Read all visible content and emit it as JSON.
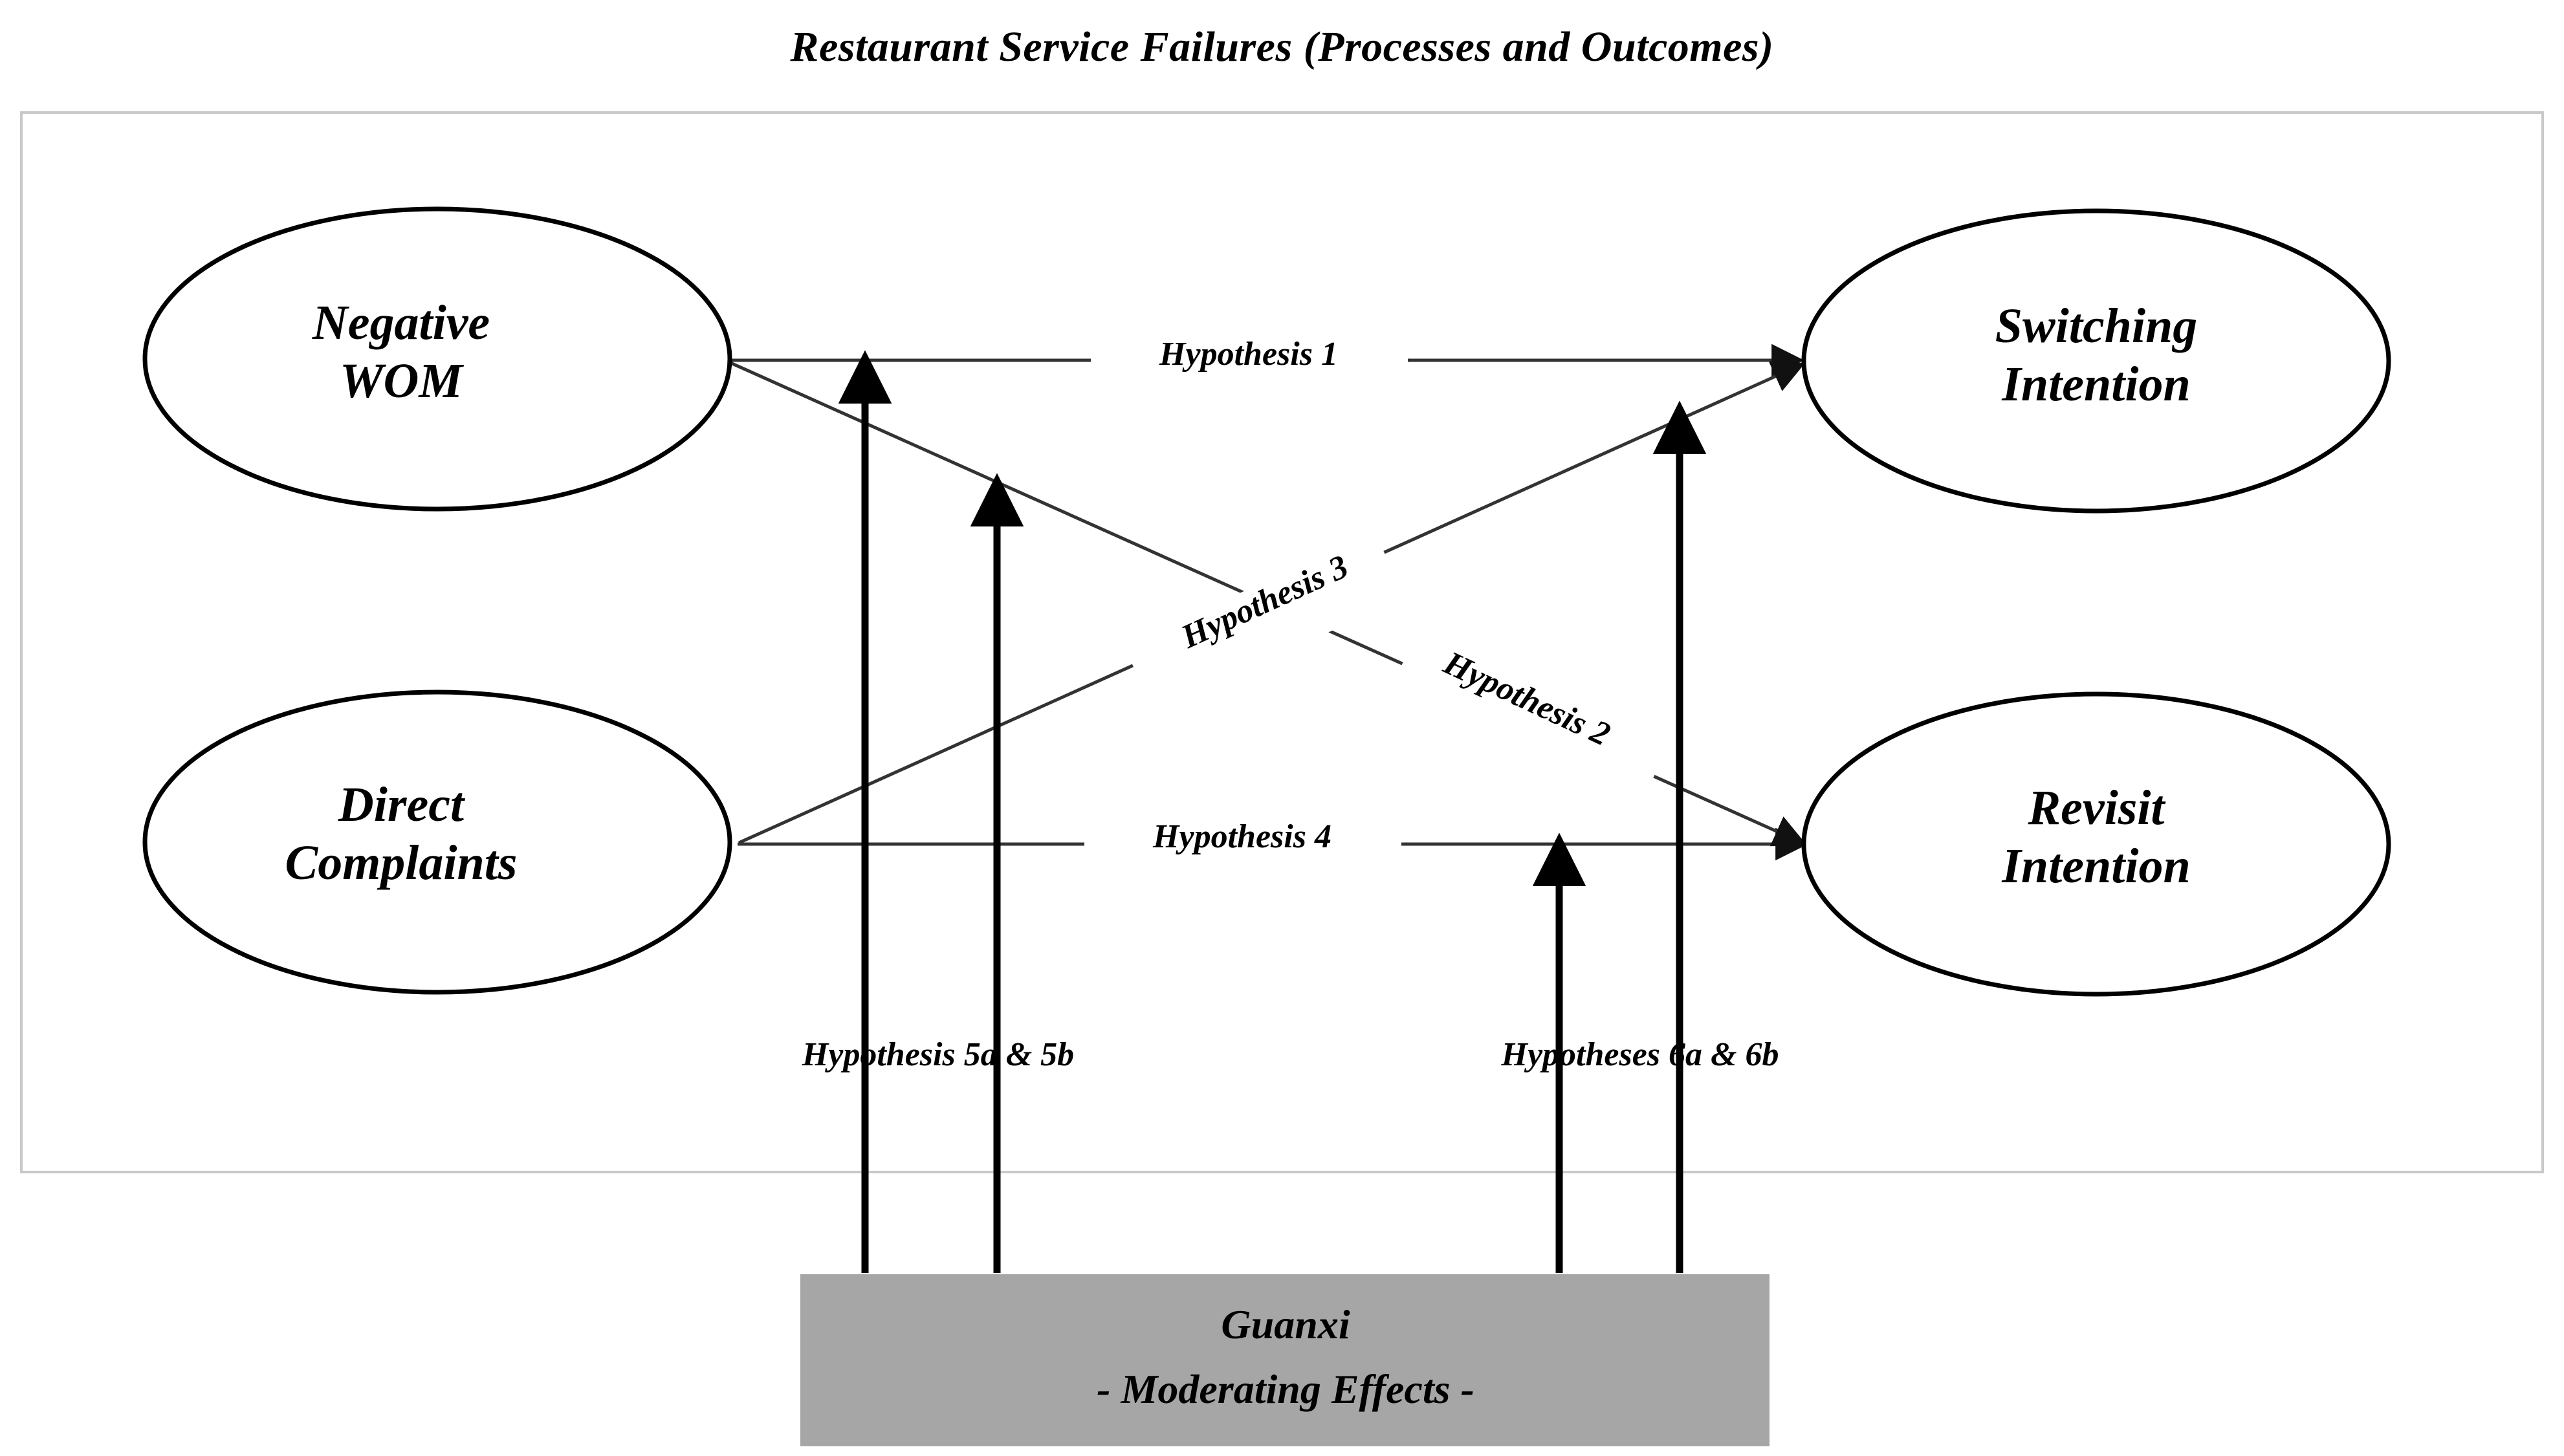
{
  "title": "Restaurant Service Failures (Processes and Outcomes)",
  "colors": {
    "frame_border": "#c9c9c9",
    "node_stroke": "#000000",
    "node_fill": "#ffffff",
    "path_stroke": "#333333",
    "moderator_stroke": "#000000",
    "moderator_box_fill": "#a6a6a6",
    "text": "#000000",
    "background": "#ffffff"
  },
  "nodes": {
    "negative_wom": {
      "label": "Negative\nWOM",
      "position": "top-left",
      "role": "antecedent"
    },
    "direct_complaints": {
      "label": "Direct\nComplaints",
      "position": "bottom-left",
      "role": "antecedent"
    },
    "switching_intention": {
      "label": "Switching\nIntention",
      "position": "top-right",
      "role": "outcome"
    },
    "revisit_intention": {
      "label": "Revisit\nIntention",
      "position": "bottom-right",
      "role": "outcome"
    }
  },
  "paths": [
    {
      "id": "h1",
      "label": "Hypothesis 1",
      "from": "negative_wom",
      "to": "switching_intention",
      "orientation": "horizontal"
    },
    {
      "id": "h2",
      "label": "Hypothesis 2",
      "from": "negative_wom",
      "to": "revisit_intention",
      "orientation": "diagonal-down"
    },
    {
      "id": "h3",
      "label": "Hypothesis 3",
      "from": "direct_complaints",
      "to": "switching_intention",
      "orientation": "diagonal-up"
    },
    {
      "id": "h4",
      "label": "Hypothesis 4",
      "from": "direct_complaints",
      "to": "revisit_intention",
      "orientation": "horizontal"
    }
  ],
  "moderators": {
    "box": {
      "title": "Guanxi",
      "subtitle": "- Moderating Effects -"
    },
    "left_label": "Hypothesis 5a & 5b",
    "right_label": "Hypotheses 6a & 6b",
    "arrow_targets": [
      "h1",
      "h2",
      "h4",
      "h3"
    ]
  }
}
